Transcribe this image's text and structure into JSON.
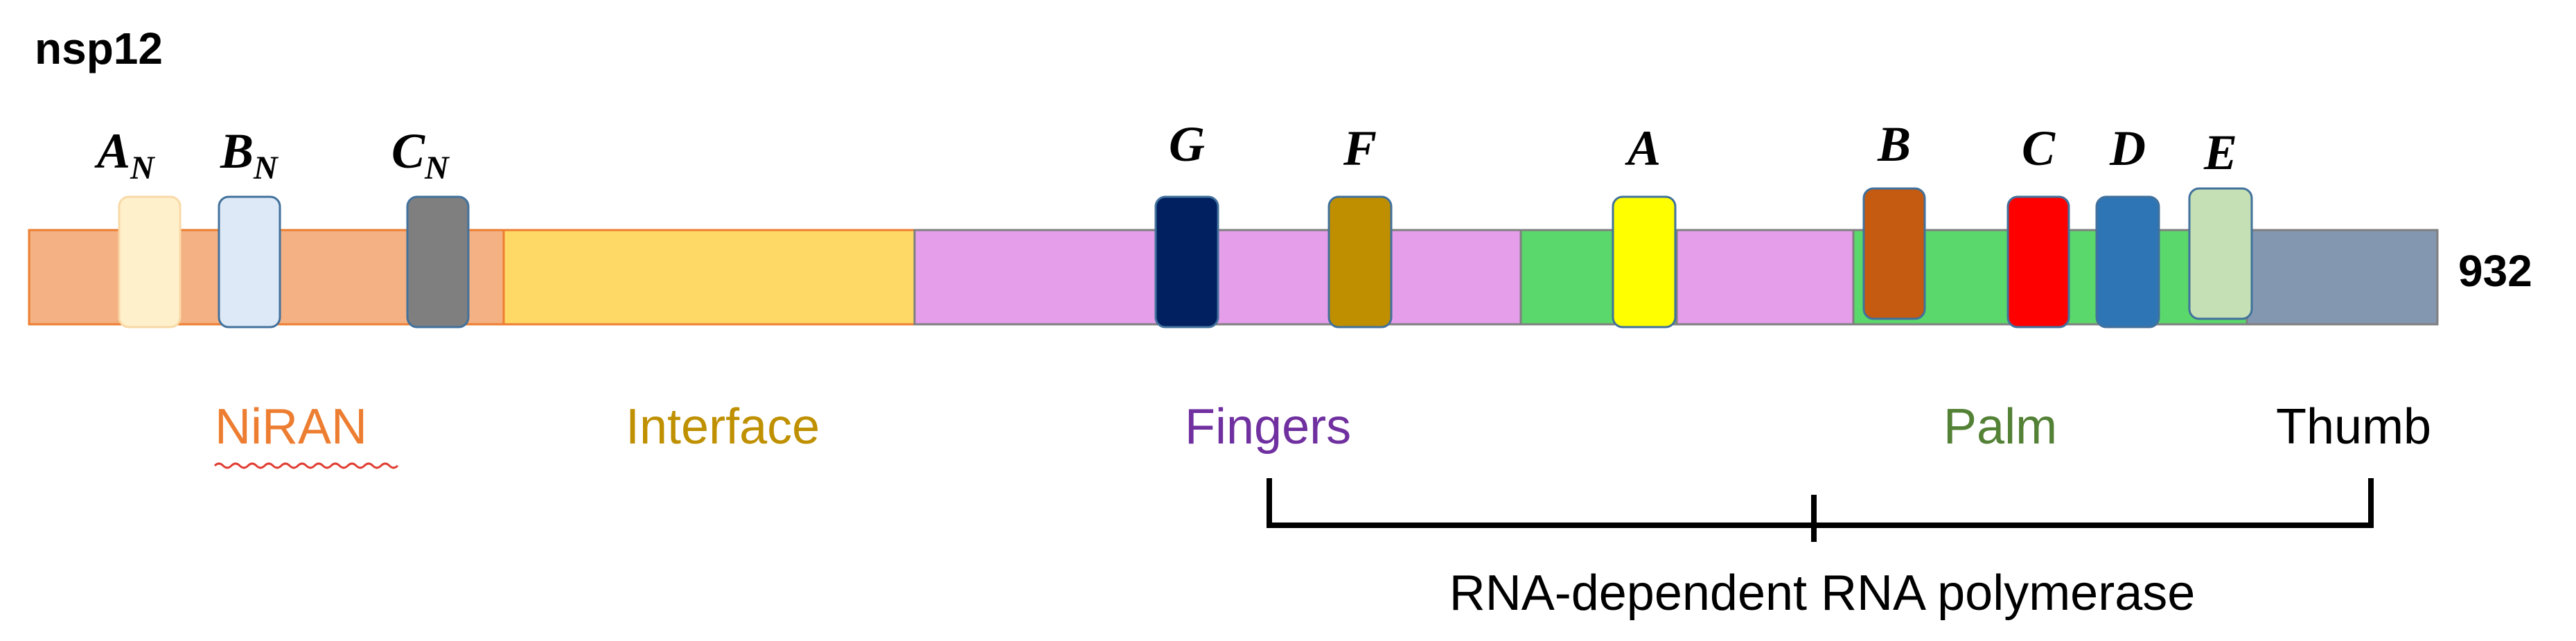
{
  "protein": {
    "name": "nsp12",
    "length": "932"
  },
  "domains": [
    {
      "id": "niran",
      "label": "NiRAN",
      "fill": "#f4b183",
      "label_color": "#ed7d31",
      "underline_color": "#e03c31"
    },
    {
      "id": "interface",
      "label": "Interface",
      "fill": "#ffd966",
      "label_color": "#bf9000"
    },
    {
      "id": "fingers",
      "label": "Fingers",
      "fill": "#e59eea",
      "label_color": "#7030a0"
    },
    {
      "id": "palm",
      "label": "Palm",
      "fill": "#5bd86c",
      "label_color": "#538135"
    },
    {
      "id": "thumb",
      "label": "Thumb",
      "fill": "#8497b0",
      "label_color": "#000000"
    }
  ],
  "motifs": [
    {
      "id": "an",
      "letter": "A",
      "subscript": "N",
      "fill": "#fff0cc"
    },
    {
      "id": "bn",
      "letter": "B",
      "subscript": "N",
      "fill": "#dde9f6"
    },
    {
      "id": "cn",
      "letter": "C",
      "subscript": "N",
      "fill": "#7f7f7f"
    },
    {
      "id": "g",
      "letter": "G",
      "subscript": "",
      "fill": "#002060"
    },
    {
      "id": "f",
      "letter": "F",
      "subscript": "",
      "fill": "#bf8f00"
    },
    {
      "id": "a",
      "letter": "A",
      "subscript": "",
      "fill": "#ffff00"
    },
    {
      "id": "b",
      "letter": "B",
      "subscript": "",
      "fill": "#c55a11"
    },
    {
      "id": "c",
      "letter": "C",
      "subscript": "",
      "fill": "#ff0000"
    },
    {
      "id": "d",
      "letter": "D",
      "subscript": "",
      "fill": "#2e75b6"
    },
    {
      "id": "e",
      "letter": "E",
      "subscript": "",
      "fill": "#c5e0b4"
    }
  ],
  "bracket": {
    "label": "RNA-dependent RNA polymerase"
  },
  "colors": {
    "outline": "#7f7f7f",
    "motif_border": "#41719c",
    "text": "#000000"
  }
}
